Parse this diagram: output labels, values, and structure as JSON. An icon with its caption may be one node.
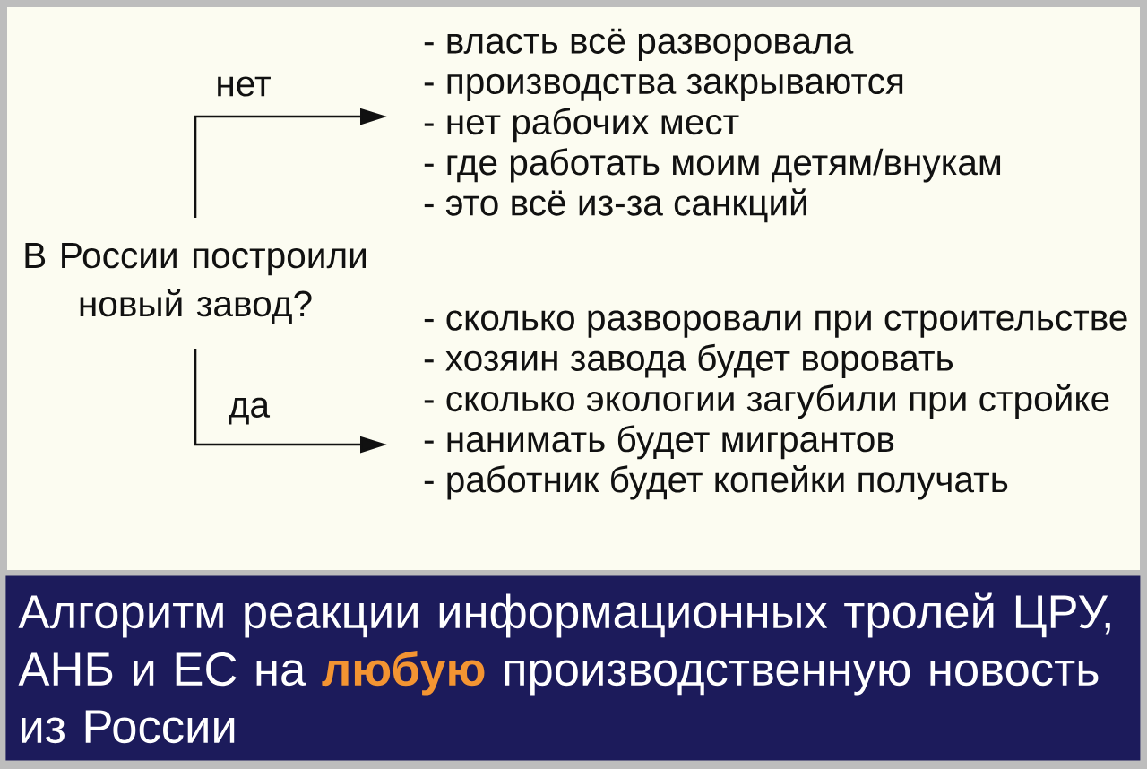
{
  "diagram": {
    "nodes": [
      {
        "text": [
          "В России построили новый завод?"
        ]
      },
      {
        "text": [
          "- власть всё разворовала",
          "- производства закрываются",
          "- нет рабочих мест",
          "- где работать моим детям/внукам",
          "- это всё из-за санкций"
        ]
      },
      {
        "text": [
          "- сколько разворовали при строительстве",
          "- хозяин завода будет воровать",
          "- сколько экологии загубили при стройке",
          "- нанимать будет мигрантов",
          "- работник будет копейки получать"
        ]
      },
      {
        "text": [
          "Алгоритм реакции информационных тролей ЦРУ, АНБ и ЕС на **любую** производственную новость из России"
        ]
      }
    ],
    "edges": [
      {
        "from": 0,
        "to": 1,
        "arrow": "to",
        "label": "нет"
      },
      {
        "from": 0,
        "to": 2,
        "arrow": "to",
        "label": "да"
      }
    ]
  }
}
